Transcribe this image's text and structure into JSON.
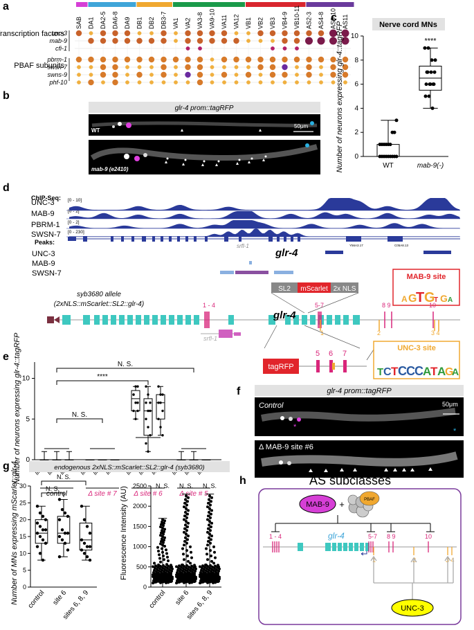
{
  "panel_letters": [
    "a",
    "b",
    "c",
    "d",
    "e",
    "f",
    "g",
    "h"
  ],
  "panel_a": {
    "classes": [
      {
        "name": "SAB",
        "color": "#d63fd6"
      },
      {
        "name": "DA",
        "color": "#3fa5d9"
      },
      {
        "name": "DB",
        "color": "#f0a830"
      },
      {
        "name": "VA",
        "color": "#1a9a4a"
      },
      {
        "name": "VB",
        "color": "#d9262e"
      },
      {
        "name": "AS",
        "color": "#6a3a9c"
      }
    ],
    "columns": [
      "SAB",
      "DA1",
      "DA2-5",
      "DA6-8",
      "DA9",
      "DB1",
      "DB2",
      "DB3-7",
      "VA1",
      "VA2",
      "VA3-8",
      "VA9-10",
      "VA11",
      "VA12",
      "VB1",
      "VB2",
      "VB3",
      "VB4-9",
      "VB10-11",
      "AS2-3",
      "AS4-8",
      "AS9-10",
      "AS11"
    ],
    "group_tf": "Transcription factors",
    "group_pbaf": "PBAF subunits",
    "rows": [
      "unc-3",
      "mab-9",
      "cfi-1",
      "pbrm-1",
      "swsn-7",
      "swns-9",
      "phf-10"
    ]
  },
  "panel_b": {
    "title": "glr-4 prom::tagRFP",
    "wt_label": "WT",
    "mut_label": "mab-9 (e2410)",
    "scale": "50μm"
  },
  "chart_data": {
    "type": "box",
    "title": "Nerve cord MNs",
    "ylabel": "Number of neurons expressing glr-4::tagRFP",
    "categories": [
      "WT",
      "mab-9(-)"
    ],
    "ylim": [
      0,
      10
    ],
    "yticks": [
      0,
      2,
      4,
      6,
      8,
      10
    ],
    "significance": "****",
    "series": [
      {
        "name": "WT",
        "min": 0,
        "q1": 0,
        "median": 0,
        "q3": 1,
        "max": 3
      },
      {
        "name": "mab-9(-)",
        "min": 4,
        "q1": 5.5,
        "median": 6.5,
        "q3": 7.5,
        "max": 9
      }
    ]
  },
  "panel_d": {
    "chip_title": "ChIP-Seq:",
    "tracks": [
      {
        "name": "UNC-3",
        "range": "[0 - 10]"
      },
      {
        "name": "MAB-9",
        "range": "[0 - 2]"
      },
      {
        "name": "PBRM-1",
        "range": "[0 - 2]"
      },
      {
        "name": "SWSN-7",
        "range": "[0 - 230]"
      }
    ],
    "peaks_title": "Peaks:",
    "peak_rows": [
      "UNC-3",
      "MAB-9",
      "SWSN-7"
    ],
    "gene_srfl": "srfl-1",
    "gene_glr4": "glr-4",
    "gene_small1": "Y56A3.17",
    "gene_small2": "C05A8.13",
    "allele_line1": "syb3680 allele",
    "allele_line2": "(2xNLS::mScarlet::SL2::glr-4)",
    "construct": [
      "SL2",
      "mScarlet",
      "2x NLS"
    ],
    "mab9_site": "MAB-9 site",
    "unc3_site": "UNC-3 site",
    "site_labels": [
      "1 - 4",
      "5-7",
      "8 9",
      "10",
      "1",
      "2",
      "3 4"
    ],
    "tagrfp": "tagRFP",
    "tag_sites": [
      "5",
      "6",
      "7"
    ]
  },
  "panel_e": {
    "ylabel": "Number of neurons expressing glr-4::tagRFP",
    "ylim": [
      0,
      12
    ],
    "yticks": [
      0,
      5,
      10
    ],
    "groups": [
      "control",
      "Δ site # 7",
      "Δ site # 6",
      "Δ site # 5"
    ],
    "lines": [
      "line a",
      "line b",
      "line c"
    ],
    "sig_ns": "N. S.",
    "sig_star": "****",
    "boxes": [
      {
        "min": 0,
        "q1": 0,
        "median": 0,
        "q3": 0,
        "max": 1
      },
      {
        "min": 0,
        "q1": 0,
        "median": 0,
        "q3": 0,
        "max": 1
      },
      {
        "min": 0,
        "q1": 0,
        "median": 0,
        "q3": 0,
        "max": 1
      },
      {
        "min": 0,
        "q1": 0,
        "median": 0,
        "q3": 0,
        "max": 0
      },
      {
        "min": 0,
        "q1": 0,
        "median": 0,
        "q3": 0,
        "max": 0
      },
      {
        "min": 0,
        "q1": 0,
        "median": 0,
        "q3": 0,
        "max": 0
      },
      {
        "min": 5,
        "q1": 6,
        "median": 7.5,
        "q3": 8.5,
        "max": 9
      },
      {
        "min": 1,
        "q1": 3,
        "median": 6,
        "q3": 7.5,
        "max": 9
      },
      {
        "min": 3,
        "q1": 5,
        "median": 7,
        "q3": 8,
        "max": 9
      },
      {
        "min": 0,
        "q1": 0,
        "median": 0,
        "q3": 0,
        "max": 1
      },
      {
        "min": 0,
        "q1": 0,
        "median": 0,
        "q3": 0,
        "max": 1
      },
      {
        "min": 0,
        "q1": 0,
        "median": 0,
        "q3": 0,
        "max": 0
      }
    ]
  },
  "panel_f": {
    "title": "glr-4 prom::tagRFP",
    "control": "Control",
    "mutant": "Δ MAB-9 site #6",
    "scale": "50μm"
  },
  "panel_g": {
    "title": "endogenous 2xNLS::mScarlet::SL2::glr-4 (syb3680)",
    "left": {
      "ylabel": "Number of MNs expressing mScarlet::glr-4",
      "ylim": [
        0,
        30
      ],
      "yticks": [
        0,
        5,
        10,
        15,
        20,
        25,
        30
      ],
      "categories": [
        "control",
        "site 6",
        "sites 6, 8, 9"
      ],
      "sig": "N. S.",
      "boxes": [
        {
          "min": 8,
          "q1": 13,
          "median": 16,
          "q3": 20,
          "max": 24
        },
        {
          "min": 9,
          "q1": 13,
          "median": 16,
          "q3": 21,
          "max": 26
        },
        {
          "min": 8,
          "q1": 11,
          "median": 14,
          "q3": 19,
          "max": 24
        }
      ]
    },
    "right": {
      "ylabel": "Fluorescence Intensity (AU)",
      "ylim": [
        0,
        2500
      ],
      "yticks": [
        0,
        500,
        1000,
        1500,
        2000,
        2500
      ],
      "categories": [
        "control",
        "site 6",
        "sites 6, 8, 9"
      ],
      "sig": "N. S.",
      "boxes": [
        {
          "min": 0,
          "q1": 220,
          "median": 300,
          "q3": 400,
          "max": 1700
        },
        {
          "min": 0,
          "q1": 220,
          "median": 310,
          "q3": 420,
          "max": 2300
        },
        {
          "min": 0,
          "q1": 220,
          "median": 300,
          "q3": 410,
          "max": 2300
        }
      ]
    }
  },
  "panel_h": {
    "title": "AS subclasses",
    "mab9": "MAB-9",
    "plus": "+",
    "pbaf": "PBAF",
    "gene": "glr-4",
    "unc3": "UNC-3",
    "site_labels": [
      "1 - 4",
      "5-7",
      "8 9",
      "10",
      "1",
      "2",
      "3 4"
    ]
  }
}
